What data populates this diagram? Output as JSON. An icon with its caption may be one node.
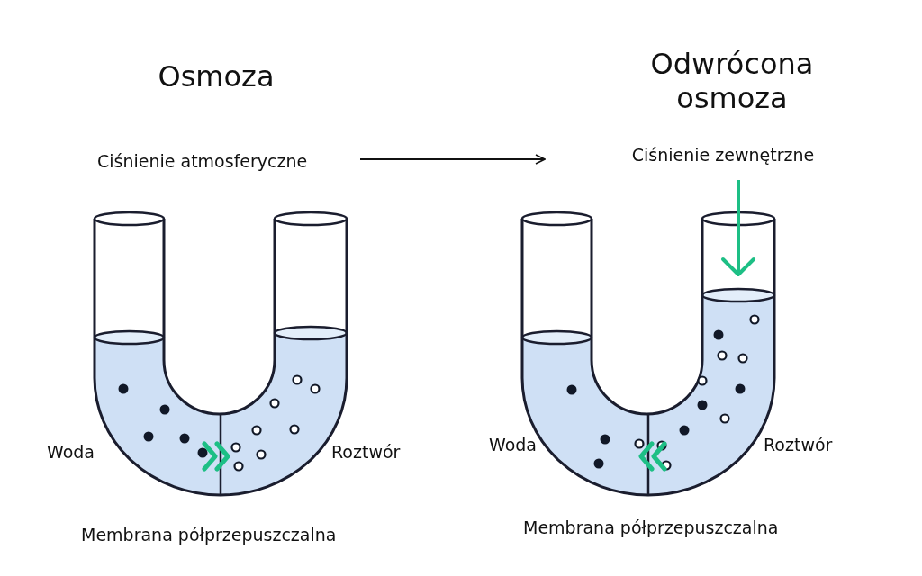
{
  "diagram": {
    "labels": [
      "Osmoza",
      "Odwrócona osmoza",
      "Ciśnienie atmosferyczne",
      "Ciśnienie zewnętrzne",
      "Woda",
      "Roztwór",
      "Membrana półprzepuszczalna",
      "Woda",
      "Roztwór",
      "Membrana półprzepuszczalna"
    ]
  }
}
